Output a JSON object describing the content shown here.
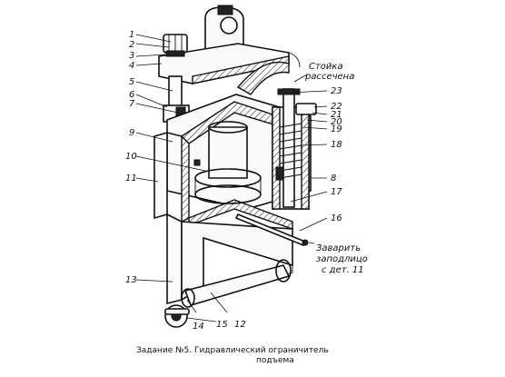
{
  "labels": {
    "l1": "1",
    "l2": "2",
    "l3": "3",
    "l4": "4",
    "l5": "5",
    "l6": "6",
    "l7": "7",
    "l8": "8",
    "l9": "9",
    "l10": "10",
    "l11": "11",
    "l12": "12",
    "l13": "13",
    "l14": "14",
    "l15": "15",
    "l16": "16",
    "l17": "17",
    "l18": "18",
    "l19": "19",
    "l20": "20",
    "l21": "21",
    "l22": "22",
    "l23": "23"
  },
  "notes": {
    "stand_line1": "Стойка",
    "stand_line2": "рассечена",
    "weld_line1": "Заварить",
    "weld_line2": "заподлицо",
    "weld_line3": "с дет. 11"
  },
  "caption": {
    "line1": "Задание №5. Гидравлический ограничитель",
    "line2": "подъема"
  }
}
